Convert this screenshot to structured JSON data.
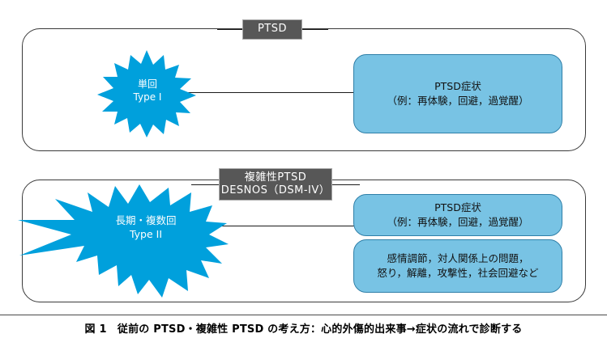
{
  "figure": {
    "caption": "図 1　従前の PTSD・複雑性 PTSD の考え方：心的外傷的出来事→症状の流れで診断する"
  },
  "colors": {
    "burst_fill": "#00a0dc",
    "box_fill": "#78c3e4",
    "box_border": "#2f7fa8",
    "chip_fill": "#575757",
    "chip_border": "#a8a8a8",
    "panel_border": "#3a3a3a",
    "line": "#1a1a1a"
  },
  "sections": [
    {
      "chip_label": "PTSD",
      "trauma": {
        "label": "単回\nType I"
      },
      "outcomes": [
        {
          "text": "PTSD症状\n（例：再体験，回避，過覚醒）"
        }
      ]
    },
    {
      "chip_label": "複雑性PTSD\nDESNOS（DSM-IV）",
      "trauma": {
        "label": "長期・複数回\nType II"
      },
      "outcomes": [
        {
          "text": "PTSD症状\n（例：再体験，回避，過覚醒）"
        },
        {
          "text": "感情調節，対人関係上の問題，\n怒り，解離，攻撃性，社会回避など"
        }
      ]
    }
  ]
}
